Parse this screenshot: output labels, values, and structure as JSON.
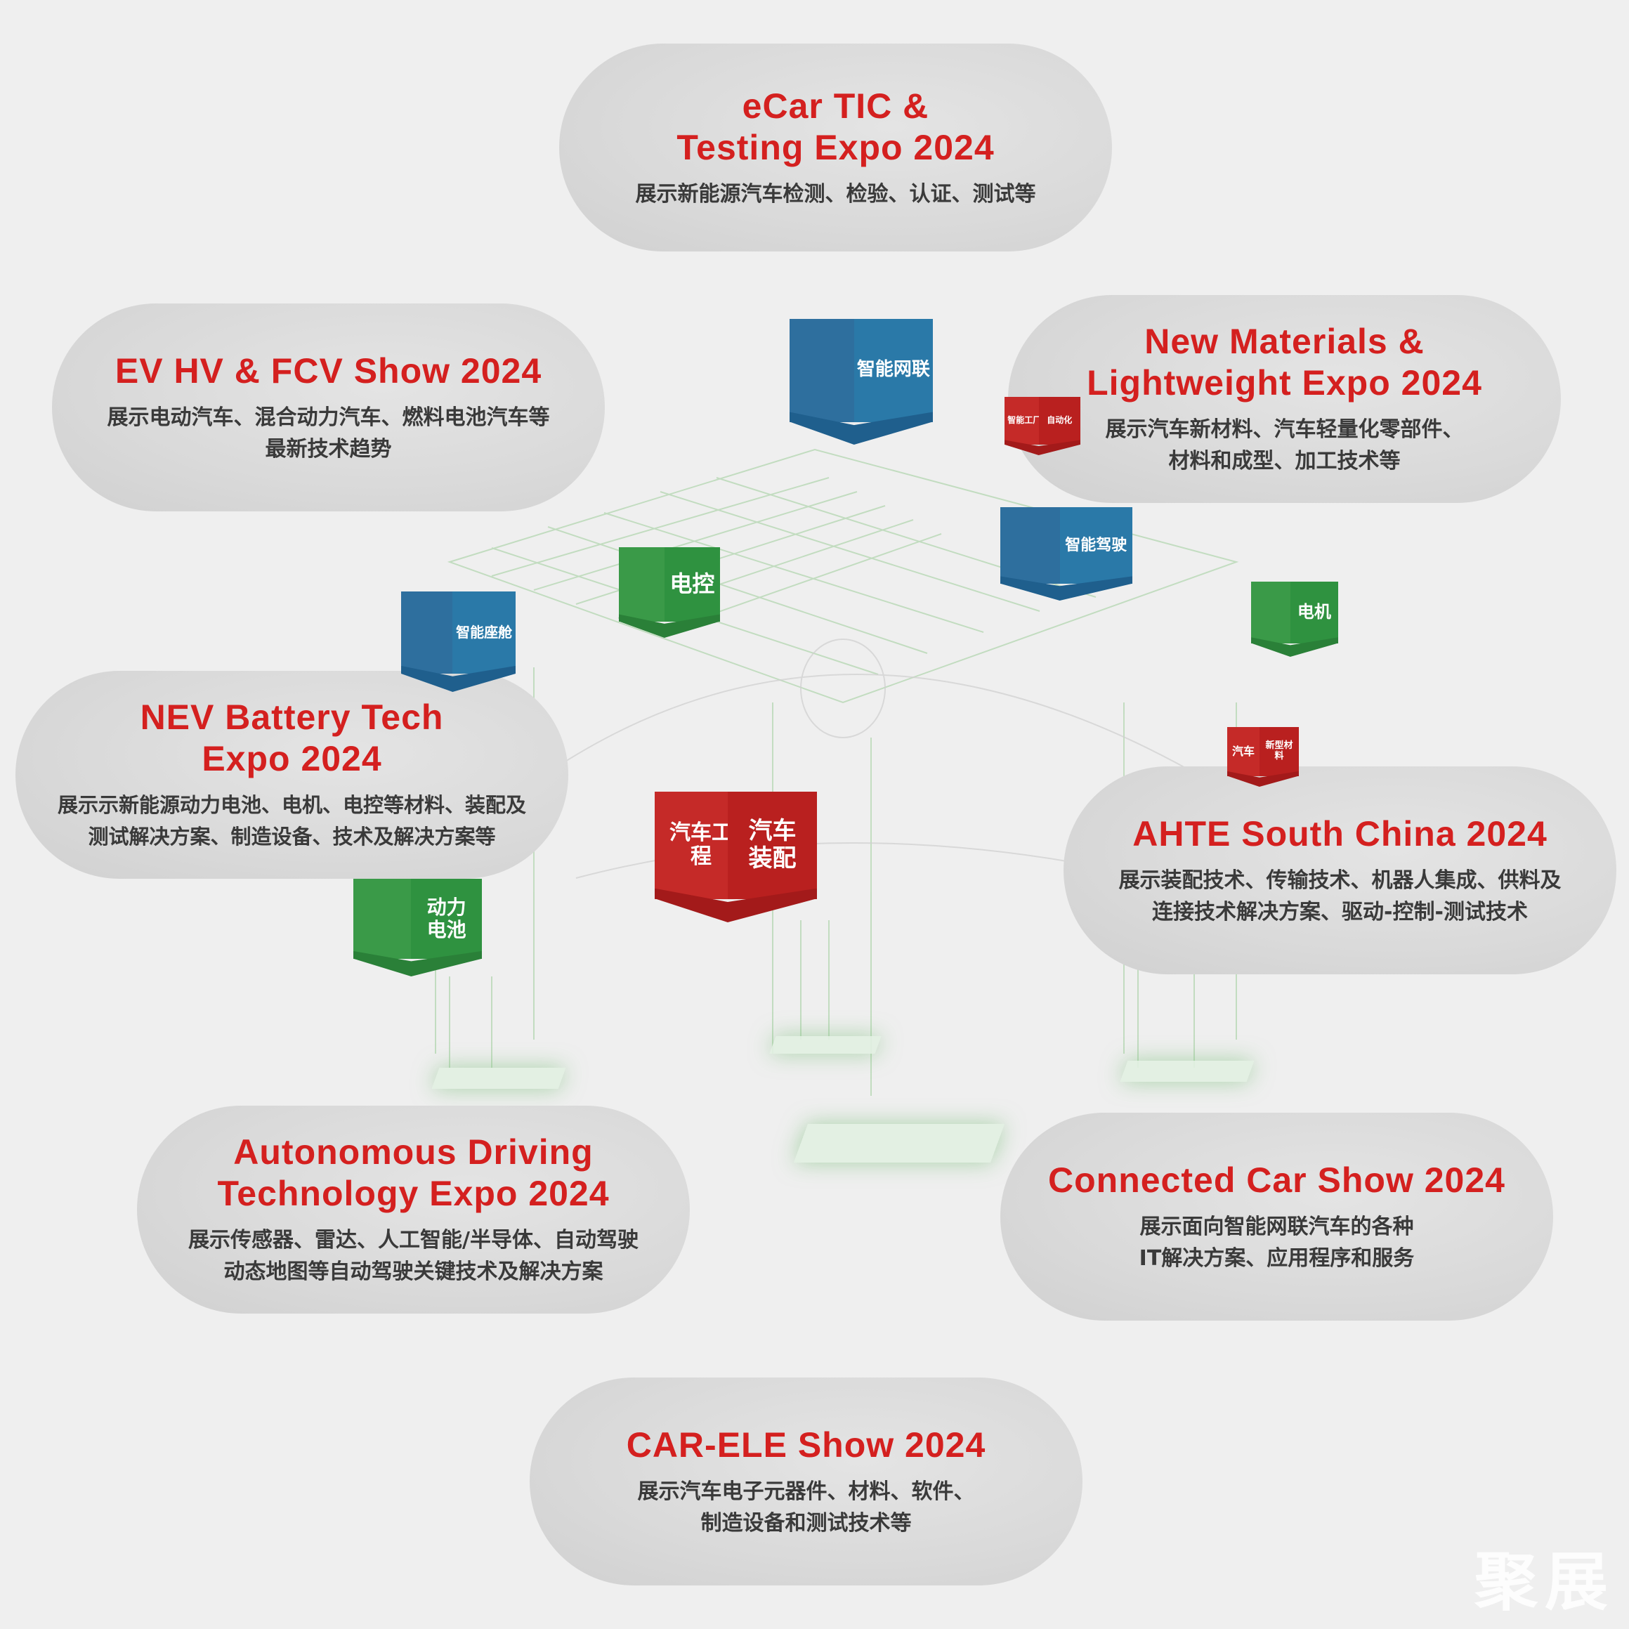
{
  "colors": {
    "title_red": "#d4201f",
    "blue_cube": "#2a79a8",
    "green_cube": "#2f9240",
    "red_cube": "#b9201f",
    "background": "#efefef"
  },
  "pills": [
    {
      "title": "eCar TIC &\nTesting Expo 2024",
      "desc": "展示新能源汽车检测、检验、认证、测试等"
    },
    {
      "title": "EV HV & FCV Show 2024",
      "desc": "展示电动汽车、混合动力汽车、燃料电池汽车等\n最新技术趋势"
    },
    {
      "title": "New Materials &\nLightweight Expo 2024",
      "desc": "展示汽车新材料、汽车轻量化零部件、\n材料和成型、加工技术等"
    },
    {
      "title": "NEV Battery Tech\nExpo 2024",
      "desc": "展示示新能源动力电池、电机、电控等材料、装配及\n测试解决方案、制造设备、技术及解决方案等"
    },
    {
      "title": "AHTE South China 2024",
      "desc": "展示装配技术、传输技术、机器人集成、供料及\n连接技术解决方案、驱动-控制-测试技术"
    },
    {
      "title": "Autonomous Driving\nTechnology Expo 2024",
      "desc": "展示传感器、雷达、人工智能/半导体、自动驾驶\n动态地图等自动驾驶关键技术及解决方案"
    },
    {
      "title": "Connected Car Show 2024",
      "desc": "展示面向智能网联汽车的各种\nIT解决方案、应用程序和服务"
    },
    {
      "title": "CAR-ELE Show 2024",
      "desc": "展示汽车电子元器件、材料、软件、\n制造设备和测试技术等"
    }
  ],
  "cubes": [
    {
      "left": "",
      "right": "智能网联"
    },
    {
      "left": "智能工厂",
      "right": "自动化"
    },
    {
      "left": "",
      "right": "智能驾驶"
    },
    {
      "left": "",
      "right": "电控"
    },
    {
      "left": "",
      "right": "智能座舱"
    },
    {
      "left": "",
      "right": "电机"
    },
    {
      "left": "汽车",
      "right": "新型材料"
    },
    {
      "left": "汽车工程",
      "right": "汽车装配"
    },
    {
      "left": "",
      "right": "动力电池"
    }
  ],
  "watermark": "聚展"
}
